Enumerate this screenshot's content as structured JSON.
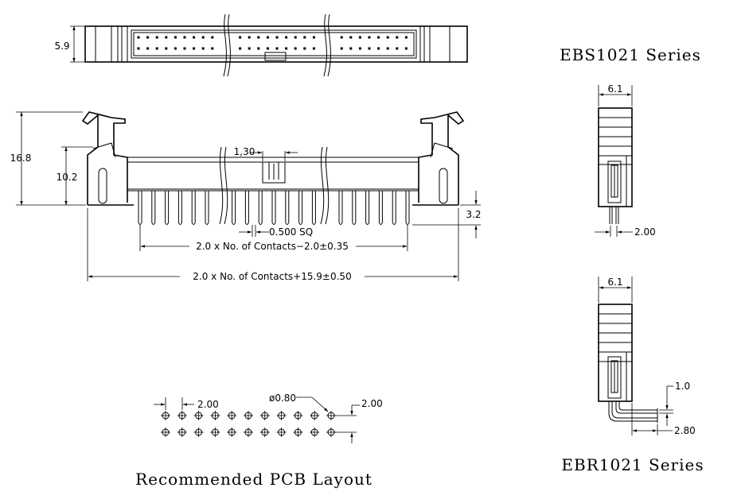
{
  "titles": {
    "ebs_series": "EBS1021 Series",
    "ebr_series": "EBR1021 Series",
    "pcb_layout": "Recommended PCB Layout"
  },
  "dimensions": {
    "top_height": "5.9",
    "overall_height": "16.8",
    "body_height": "10.2",
    "latch_pitch": "1,30",
    "tail_length": "3.2",
    "pin_square": "0.500 SQ",
    "pin_span": "2.0 x No. of Contacts−2.0±0.35",
    "overall_length": "2.0 x No. of Contacts+15.9±0.50",
    "ebs_width": "6.1",
    "ebs_pitch": "2.00",
    "ebr_width": "6.1",
    "ebr_pin_thick": "1.0",
    "ebr_offset": "2.80",
    "pcb_pitch_x": "2.00",
    "pcb_hole": "ø0.80",
    "pcb_pitch_y": "2.00"
  }
}
